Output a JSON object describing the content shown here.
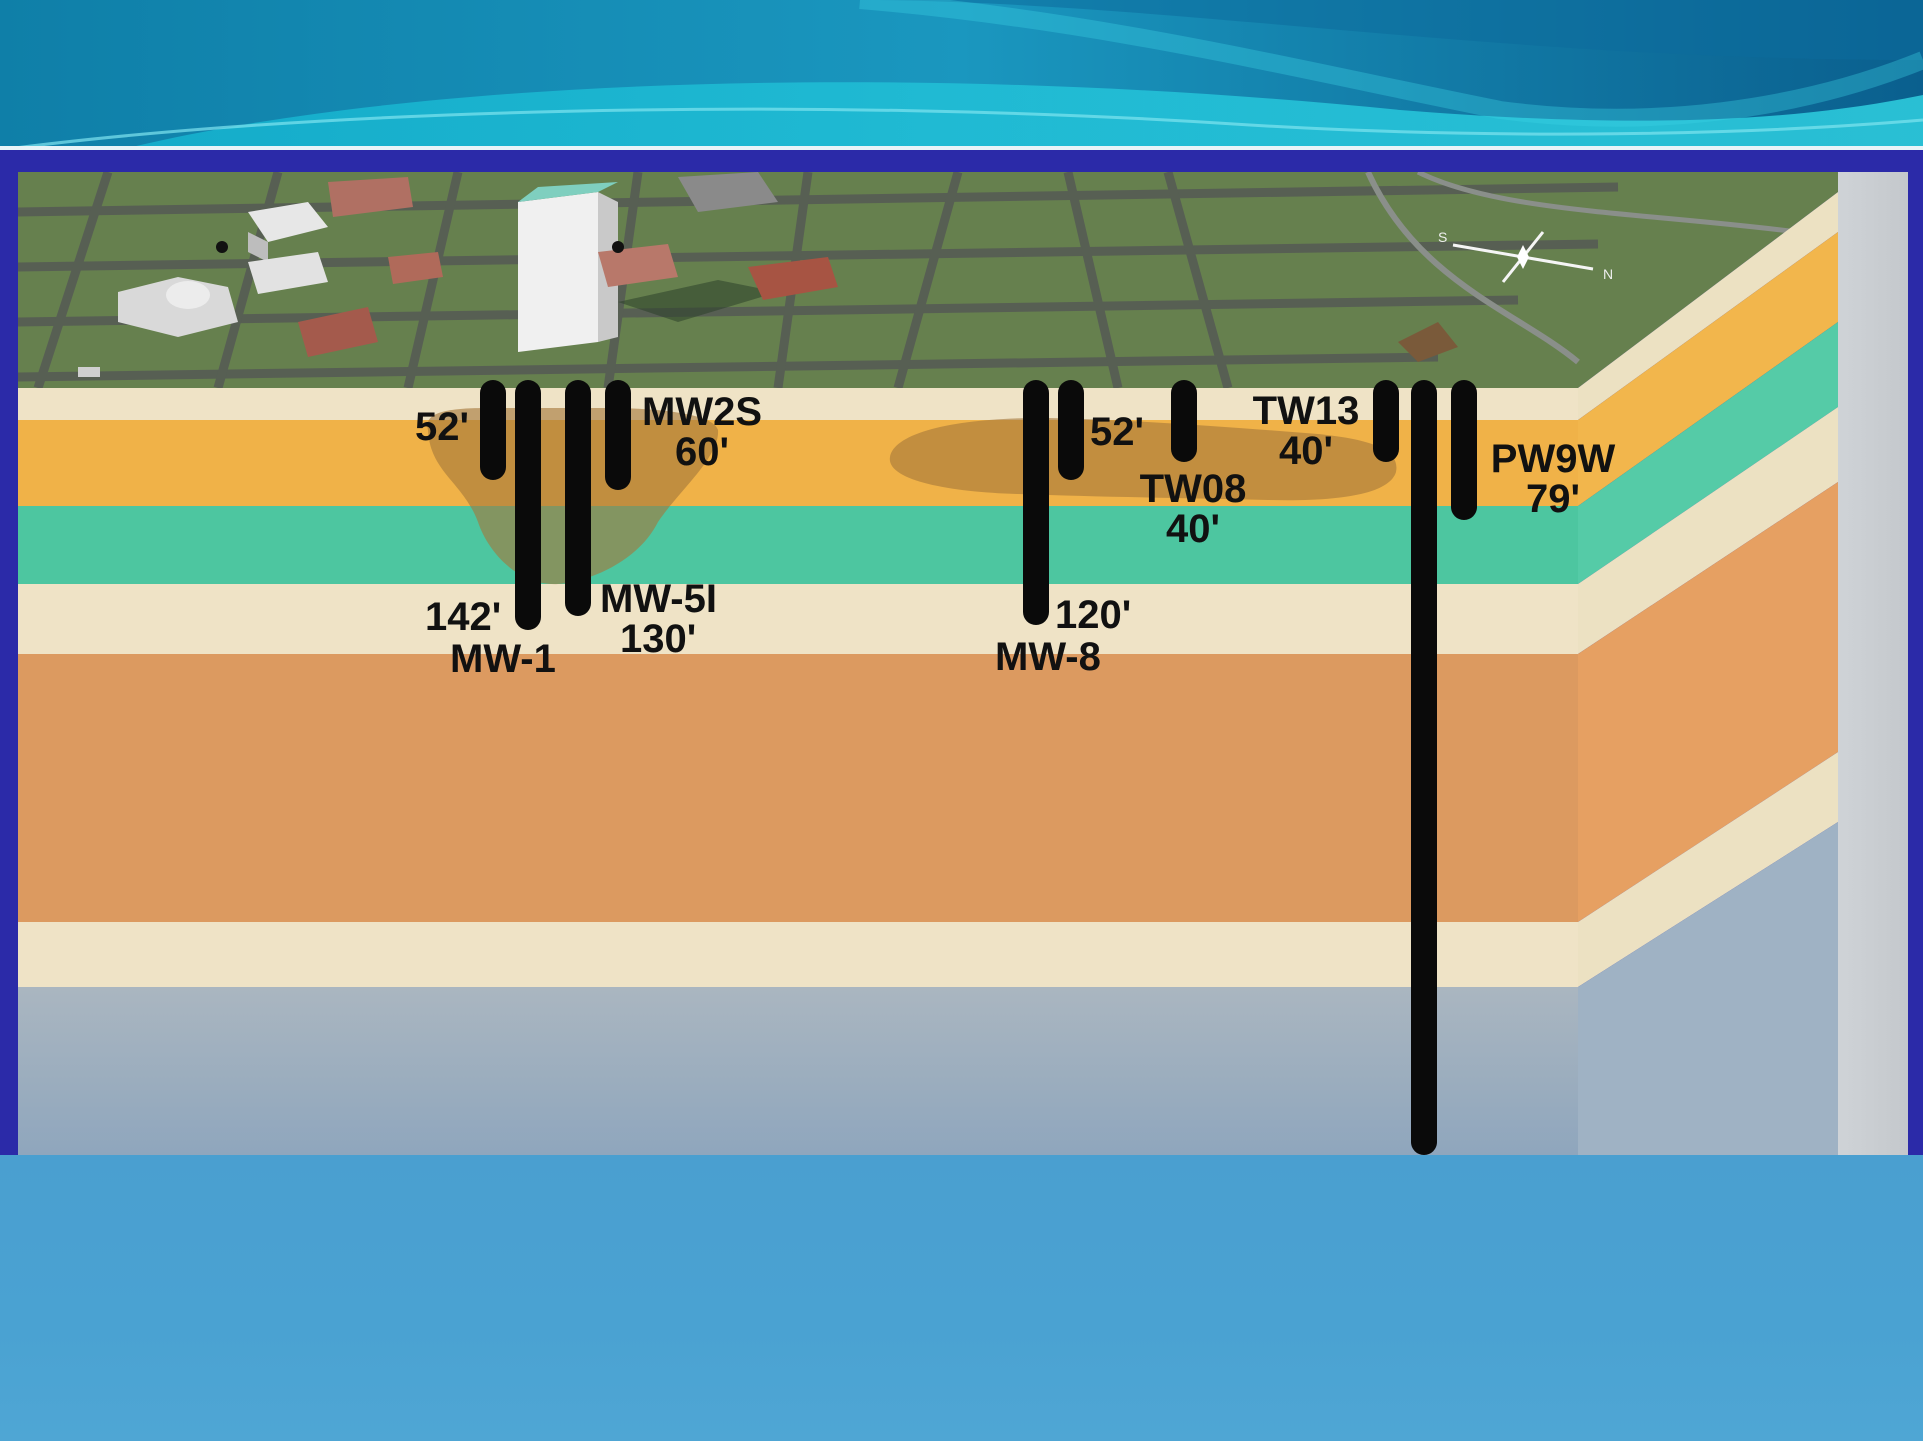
{
  "wells": [
    {
      "name": "MW2S",
      "depth": "60'"
    },
    {
      "name": "MW-1",
      "depth": "52'"
    },
    {
      "name": "MW-1",
      "depth": "142'"
    },
    {
      "name": "MW-5I",
      "depth": "130'"
    },
    {
      "name": "MW-8",
      "depth": "120'"
    },
    {
      "name": "MW-8",
      "depth": "52'"
    },
    {
      "name": "TW08",
      "depth": "40'"
    },
    {
      "name": "TW13",
      "depth": "40'"
    },
    {
      "name": "PW9W",
      "depth": "79'"
    }
  ],
  "labels": {
    "d52_left": "52'",
    "mw2s_name": "MW2S",
    "mw2s_depth": "60'",
    "d142": "142'",
    "mw1_name": "MW-1",
    "mw5i_name": "MW-5I",
    "mw5i_depth": "130'",
    "d52_right": "52'",
    "tw08_name": "TW08",
    "tw08_depth": "40'",
    "tw13_name": "TW13",
    "tw13_depth": "40'",
    "pw9w_name": "PW9W",
    "pw9w_depth": "79'",
    "d120": "120'",
    "mw8_name": "MW-8"
  },
  "colors": {
    "frame": "#2b2aa8",
    "background": "#4aa0cf",
    "ground": "#66804e",
    "sand_light": "#efe3c6",
    "aquifer_orange": "#f0b248",
    "aquifer_green": "#4dc6a0",
    "clay_orange": "#dc9a60",
    "plume": "#a4773a",
    "well": "#0a0a0a"
  }
}
